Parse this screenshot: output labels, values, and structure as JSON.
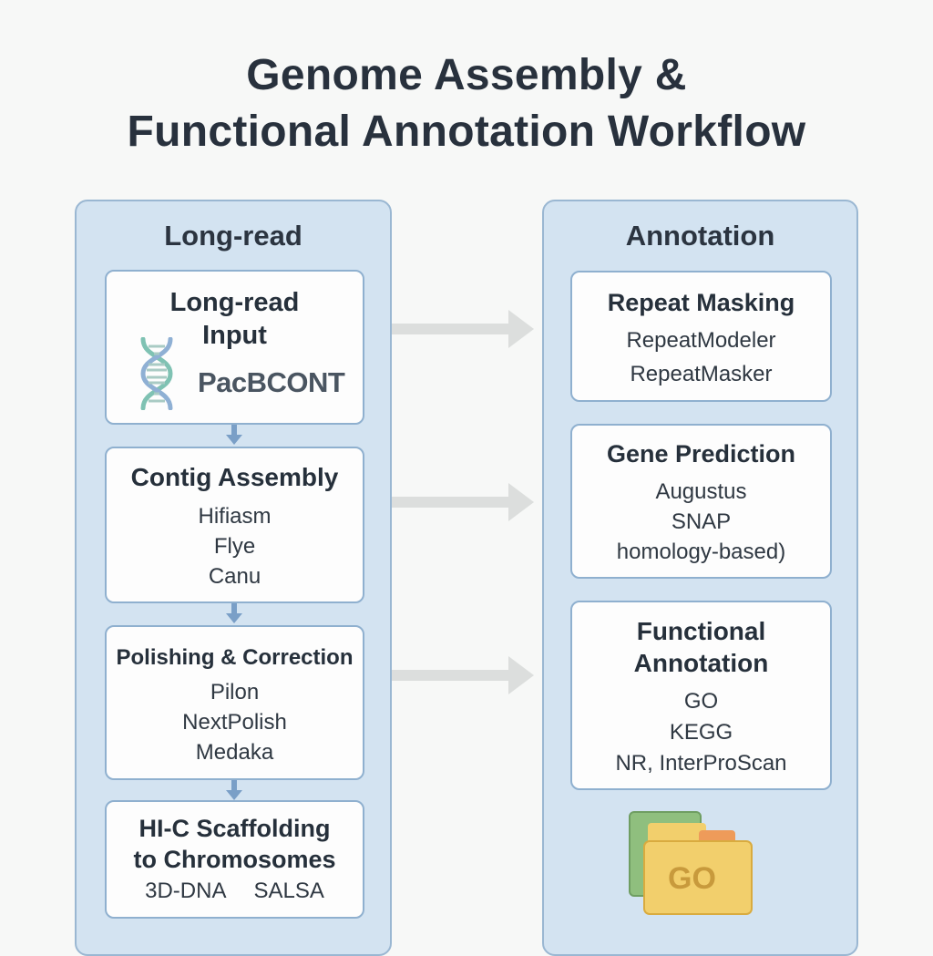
{
  "title": {
    "line1": "Genome Assembly &",
    "line2": "Functional Annotation Workflow"
  },
  "left_column": {
    "header": "Long-read",
    "cards": [
      {
        "title_lines": [
          "Long-read",
          "Input"
        ],
        "logo_text": "PacBCONT",
        "icon": "dna-helix-icon"
      },
      {
        "title": "Contig Assembly",
        "tools": [
          "Hifiasm",
          "Flye",
          "Canu"
        ]
      },
      {
        "title": "Polishing & Correction",
        "tools": [
          "Pilon",
          "NextPolish",
          "Medaka"
        ]
      },
      {
        "title_lines": [
          "HI-C Scaffolding",
          "to Chromosomes"
        ],
        "tools": [
          "3D-DNA",
          "SALSA"
        ]
      }
    ]
  },
  "right_column": {
    "header": "Annotation",
    "cards": [
      {
        "title": "Repeat Masking",
        "tools": [
          "RepeatModeler",
          "RepeatMasker"
        ]
      },
      {
        "title": "Gene Prediction",
        "tools": [
          "Augustus",
          "SNAP",
          "homology-based)"
        ]
      },
      {
        "title_lines": [
          "Functional",
          "Annotation"
        ],
        "tools": [
          "GO",
          "KEGG",
          "NR, InterProScan"
        ]
      }
    ],
    "folder_icon_text": "GO"
  },
  "colors": {
    "panel_fill": "#d3e3f1",
    "panel_border": "#9ab7d2",
    "card_border": "#8fb0cf",
    "arrow_blue": "#7a9fc7",
    "arrow_gray": "#dcdedd",
    "folder_green": "#8fbf7e",
    "folder_yellow": "#f2cf6c",
    "folder_orange": "#ee9b5a"
  }
}
